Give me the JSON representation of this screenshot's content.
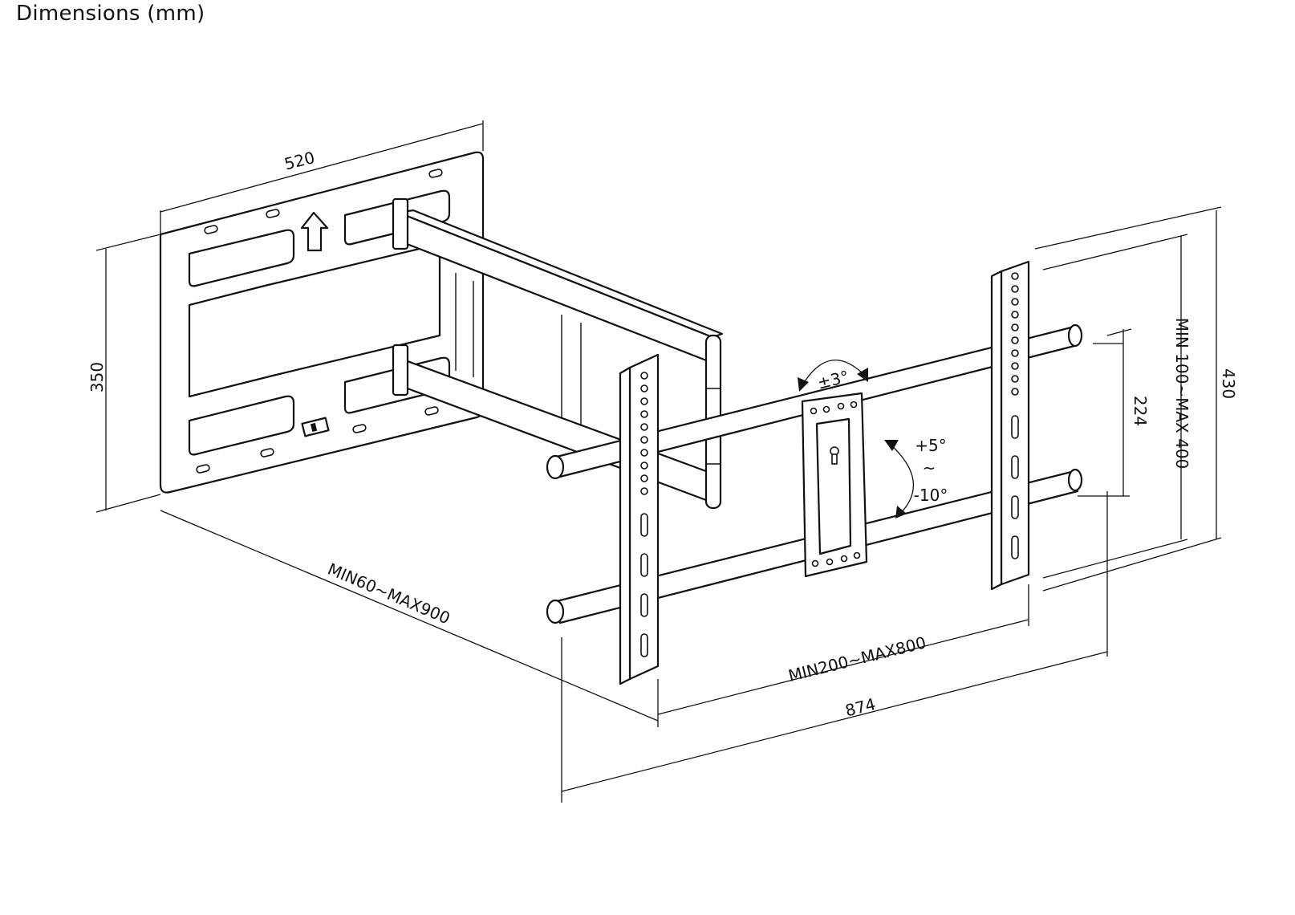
{
  "title": "Dimensions (mm)",
  "dimensions": {
    "wall_plate_width": "520",
    "wall_plate_height": "350",
    "extension": "MIN60~MAX900",
    "horizontal_vesa": "MIN200~MAX800",
    "overall_width": "874",
    "vertical_vesa": "MIN 100~MAX 400",
    "rail_spacing": "224",
    "overall_height": "430"
  },
  "angles": {
    "swivel": "±3°",
    "tilt_up": "+5°",
    "tilt_sep": "~",
    "tilt_down": "-10°"
  }
}
